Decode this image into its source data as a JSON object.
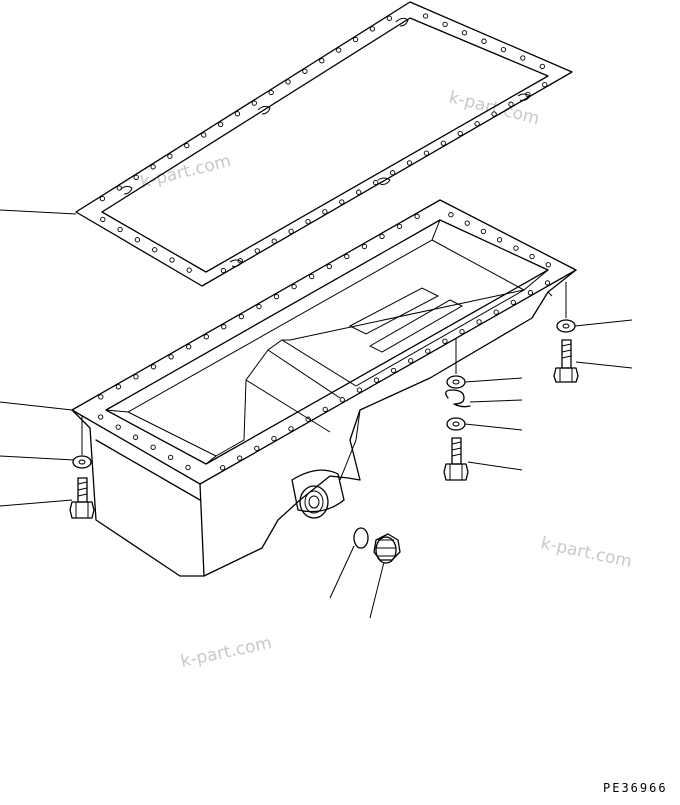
{
  "drawing": {
    "code": "PE36966",
    "watermarks": [
      "k-part.com",
      "k-part.com",
      "k-part.com",
      "k-part.com"
    ]
  },
  "parts": [
    "gasket",
    "oil-pan",
    "washer-left",
    "bolt-left",
    "washer-right",
    "bolt-right",
    "washer",
    "clip",
    "washer",
    "bolt",
    "o-ring",
    "drain-plug"
  ]
}
